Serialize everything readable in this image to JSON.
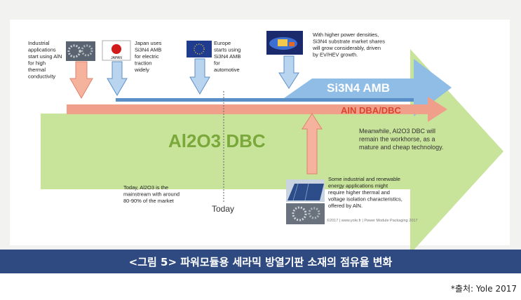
{
  "diagram": {
    "al2o3_label": "Al2O3 DBC",
    "sin_label": "Si3N4 AMB",
    "aln_label": "AIN DBA/DBC",
    "today_label": "Today",
    "copyright": "©2017 | www.yole.fr | Power Module Packaging 2017",
    "japan_flag_text": "JAPAN",
    "notes": {
      "industrial": [
        "Industrial",
        "applications",
        "start using AlN",
        "for high",
        "thermal",
        "conductivity"
      ],
      "japan": [
        "Japan uses",
        "Si3N4 AMB",
        "for electric",
        "traction",
        "widely"
      ],
      "europe": [
        "Europe",
        "starts using",
        "Si3N4 AMB",
        "for",
        "automotive"
      ],
      "growth": [
        "With higher power densities,",
        "Si3N4 substrate market shares",
        "will grow considerably, driven",
        "by EV/HEV growth."
      ],
      "meanwhile": [
        "Meanwhile, Al2O3 DBC will",
        "remain the workhorse, as a",
        "mature and cheap technology."
      ],
      "renewable": [
        "Some industrial and renewable",
        "energy applications might",
        "require higher thermal and",
        "voltage isolation characteristics,",
        "offered by AlN."
      ],
      "today": [
        "Today, Al2O3 is the",
        "mainstream with around",
        "80-90% of the market"
      ]
    },
    "colors": {
      "al2o3_fill": "#c8e39a",
      "al2o3_text": "#7aa83a",
      "sin_fill": "#8fbde6",
      "aln_fill": "#f0a08a",
      "aln_text": "#d9442c",
      "down_arrow_orange": "#f5b29c",
      "down_arrow_blue": "#b9d4ef"
    },
    "icons": [
      "gears-photo-icon",
      "japan-flag-icon",
      "eu-flag-icon",
      "car-chip-photo-icon",
      "solar-panel-photo-icon",
      "turbine-photo-icon"
    ]
  },
  "caption": "<그림 5> 파워모듈용 세라믹 방열기판 소재의 점유율 변화",
  "source": "*출처: Yole 2017"
}
